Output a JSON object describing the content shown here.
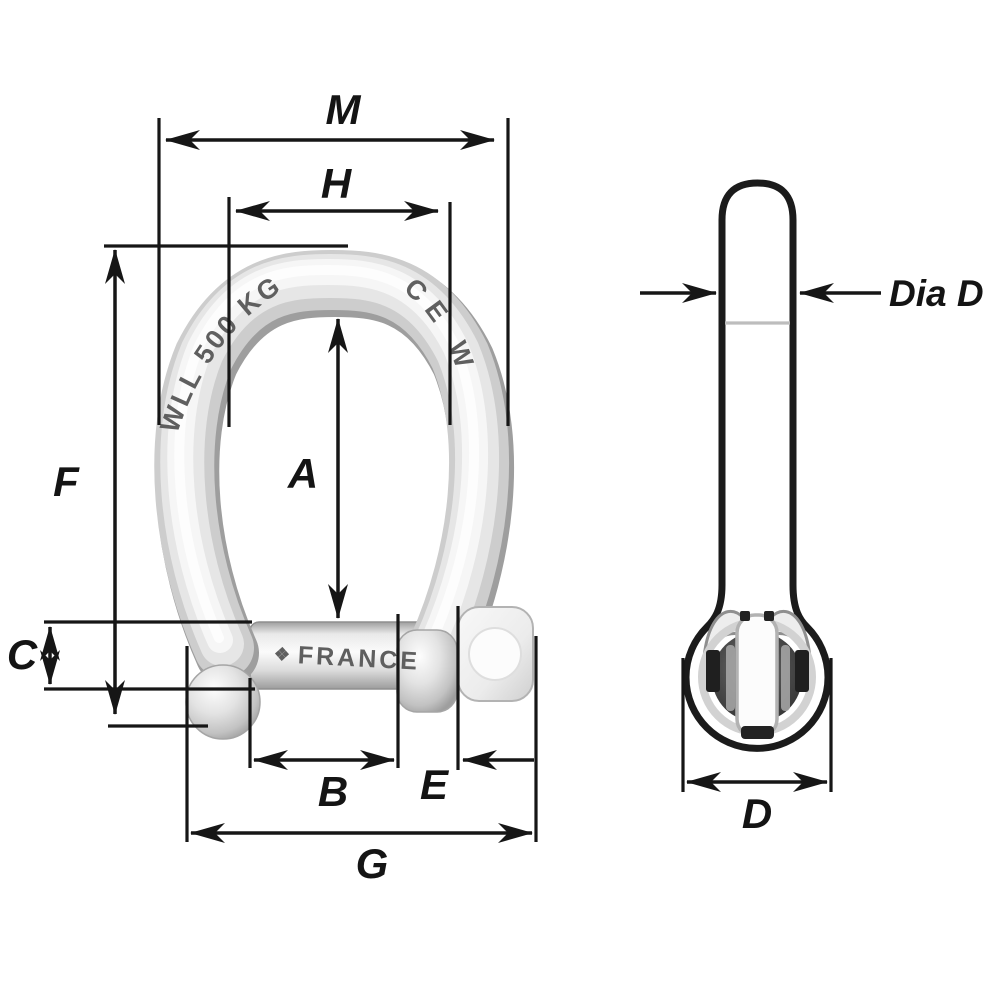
{
  "figure": {
    "type": "technical-dimension-diagram",
    "subject": "Bow shackle with captive pin — front view and pin side view with dimension callouts"
  },
  "front_view": {
    "dim_labels": {
      "M": "M",
      "H": "H",
      "F": "F",
      "A": "A",
      "C": "C",
      "B": "B",
      "E": "E",
      "G": "G"
    },
    "engravings": {
      "left_arm": "WLL 500 KG",
      "right_arm": "CE W",
      "pin_logo": "❖",
      "pin": "FRANCE"
    }
  },
  "side_view": {
    "dim_labels": {
      "dia": "Dia D",
      "D": "D"
    }
  },
  "colors": {
    "dimension_line": "#161616",
    "label_text": "#141414",
    "engraving": "#5f5f5f",
    "metal_light": "#f6f6f6",
    "metal_mid": "#cdcdcd",
    "metal_dark": "#9e9e9e",
    "detail_dark": "#2f2f2f",
    "background": "#ffffff"
  }
}
